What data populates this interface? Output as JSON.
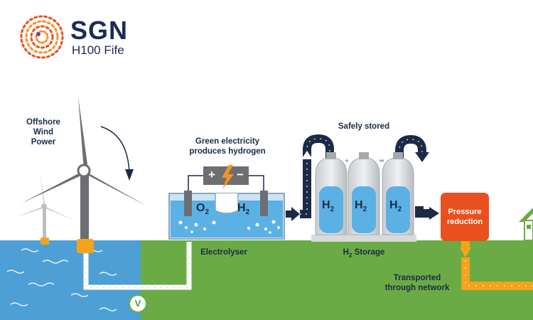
{
  "brand": {
    "name": "SGN",
    "subtitle": "H100 Fife"
  },
  "labels": {
    "offshore": [
      "Offshore",
      "Wind",
      "Power"
    ],
    "green_electricity": [
      "Green electricity",
      "produces hydrogen"
    ],
    "safely_stored": "Safely stored",
    "electrolyser": "Electrolyser",
    "h2_storage": {
      "prefix": "H",
      "sub": "2",
      "suffix": " Storage"
    },
    "transported": [
      "Transported",
      "through network"
    ]
  },
  "electrolyser": {
    "o2": {
      "main": "O",
      "sub": "2"
    },
    "h2": {
      "main": "H",
      "sub": "2"
    },
    "plus": "+",
    "minus": "−"
  },
  "tanks": [
    {
      "main": "H",
      "sub": "2"
    },
    {
      "main": "H",
      "sub": "2"
    },
    {
      "main": "H",
      "sub": "2"
    }
  ],
  "pressure_box": [
    "Pressure",
    "reduction"
  ],
  "valve": "V",
  "colors": {
    "navy": "#1b2a47",
    "sea": "#4d9fd6",
    "land": "#6bab45",
    "orange": "#e8501f",
    "pipe_orange": "#f5a31a",
    "turbine_grey": "#6d6e71",
    "tank_blue": "#5bb1e4"
  }
}
